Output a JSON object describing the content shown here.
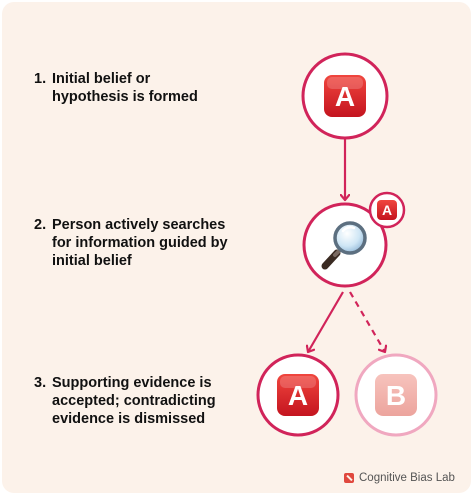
{
  "steps": [
    {
      "number": "1.",
      "lines": [
        "Initial belief or",
        "hypothesis is formed"
      ]
    },
    {
      "number": "2.",
      "lines": [
        "Person actively searches",
        "for information guided by",
        "initial belief"
      ]
    },
    {
      "number": "3.",
      "lines": [
        "Supporting evidence is",
        "accepted; contradicting",
        "evidence is dismissed"
      ]
    }
  ],
  "nodes": {
    "belief": {
      "letter": "A",
      "icon": "letter-a-badge-icon"
    },
    "search": {
      "icon": "magnifying-glass-icon",
      "badge_letter": "A"
    },
    "accepted": {
      "letter": "A",
      "icon": "letter-a-badge-icon"
    },
    "dismissed": {
      "letter": "B",
      "icon": "letter-b-badge-icon"
    }
  },
  "colors": {
    "accent": "#d1245a",
    "accent_faded": "#f0a8c0",
    "badge_red": "#d8202c",
    "badge_faded": "#f2b5b0",
    "background": "#fcf2ea"
  },
  "footer": {
    "brand": "Cognitive Bias Lab",
    "icon": "cognitive-bias-lab-logo-icon"
  }
}
